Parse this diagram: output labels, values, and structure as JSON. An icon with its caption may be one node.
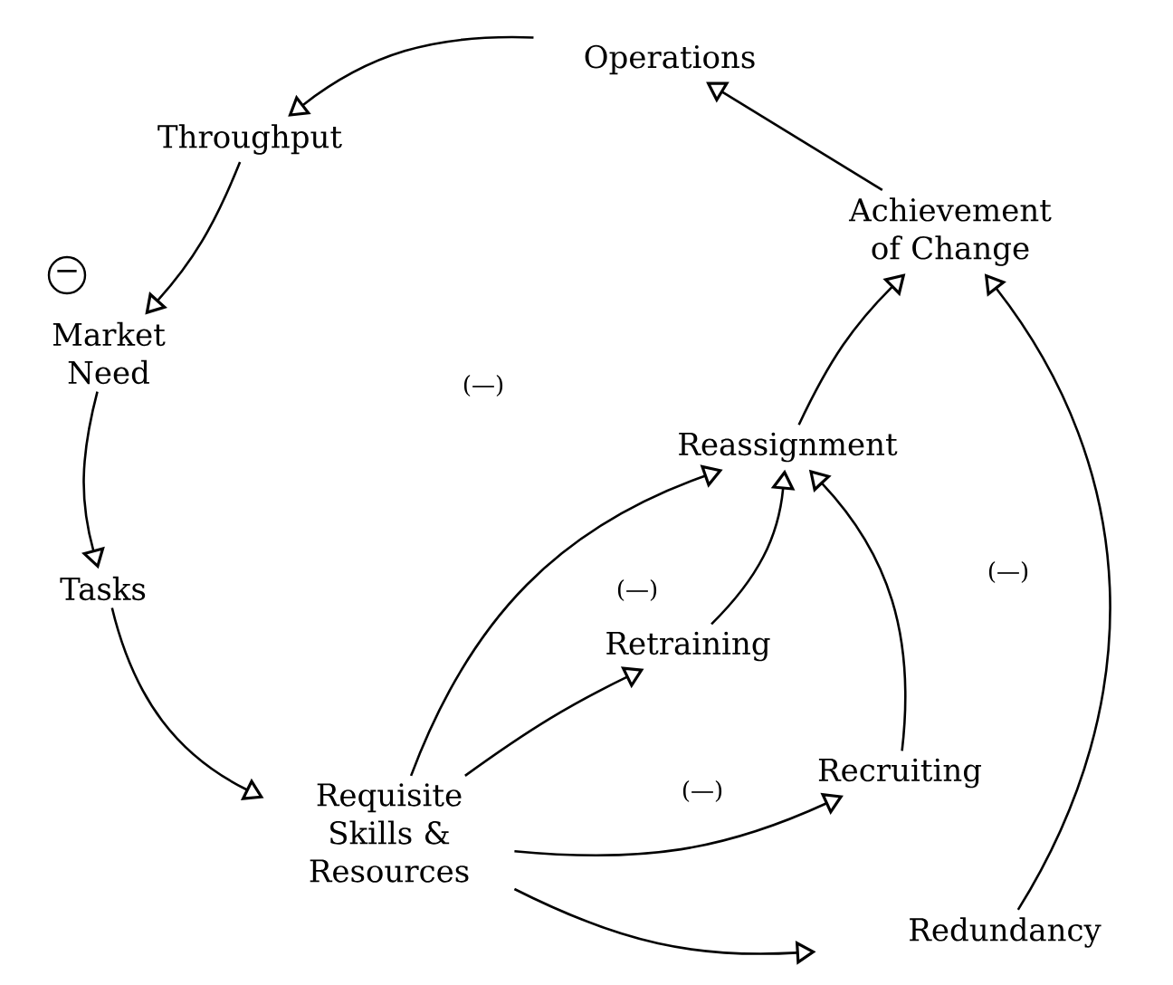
{
  "diagram": {
    "nodes": [
      {
        "text": [
          "Operations"
        ]
      },
      {
        "text": [
          "Throughput"
        ]
      },
      {
        "text": [
          "Achievement of Change"
        ]
      },
      {
        "text": [
          "Market Need"
        ]
      },
      {
        "text": [
          "Reassignment"
        ]
      },
      {
        "text": [
          "Tasks"
        ]
      },
      {
        "text": [
          "Retraining"
        ]
      },
      {
        "text": [
          "Requisite Skills & Resources"
        ]
      },
      {
        "text": [
          "Recruiting"
        ]
      },
      {
        "text": [
          "Redundancy"
        ]
      }
    ],
    "edges": [
      {
        "from": 0,
        "to": 1,
        "arrow": "to"
      },
      {
        "from": 1,
        "to": 3,
        "arrow": "to"
      },
      {
        "from": 3,
        "to": 5,
        "arrow": "to"
      },
      {
        "from": 5,
        "to": 7,
        "arrow": "to"
      },
      {
        "from": 7,
        "to": 4,
        "arrow": "to"
      },
      {
        "from": 7,
        "to": 6,
        "arrow": "to"
      },
      {
        "from": 7,
        "to": 8,
        "arrow": "to"
      },
      {
        "from": 7,
        "to": 9,
        "arrow": "to"
      },
      {
        "from": 6,
        "to": 4,
        "arrow": "to"
      },
      {
        "from": 8,
        "to": 4,
        "arrow": "to"
      },
      {
        "from": 4,
        "to": 2,
        "arrow": "to"
      },
      {
        "from": 9,
        "to": 2,
        "arrow": "to"
      },
      {
        "from": 2,
        "to": 0,
        "arrow": "to"
      }
    ],
    "labels": [
      "−",
      "(—)",
      "(—)",
      "(—)",
      "(—)"
    ]
  }
}
